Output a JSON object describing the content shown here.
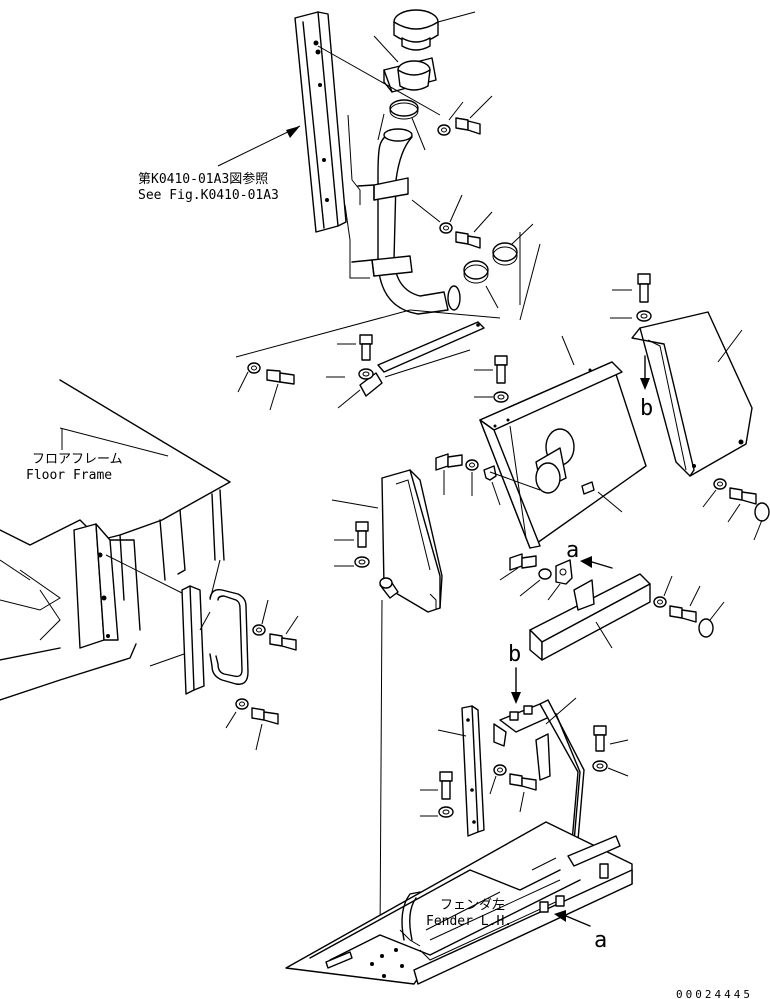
{
  "labels": {
    "see_fig_jp": "第K0410-01A3図参照",
    "see_fig_en": "See Fig.K0410-01A3",
    "floor_frame_jp": "フロアフレーム",
    "floor_frame_en": "Floor Frame",
    "fender_jp": "フェンダ左",
    "fender_en": "Fender L.H."
  },
  "markers": {
    "a_top": "a",
    "b_top": "b",
    "b_bottom": "b",
    "a_bottom": "a"
  },
  "drawing_code": "00024445"
}
